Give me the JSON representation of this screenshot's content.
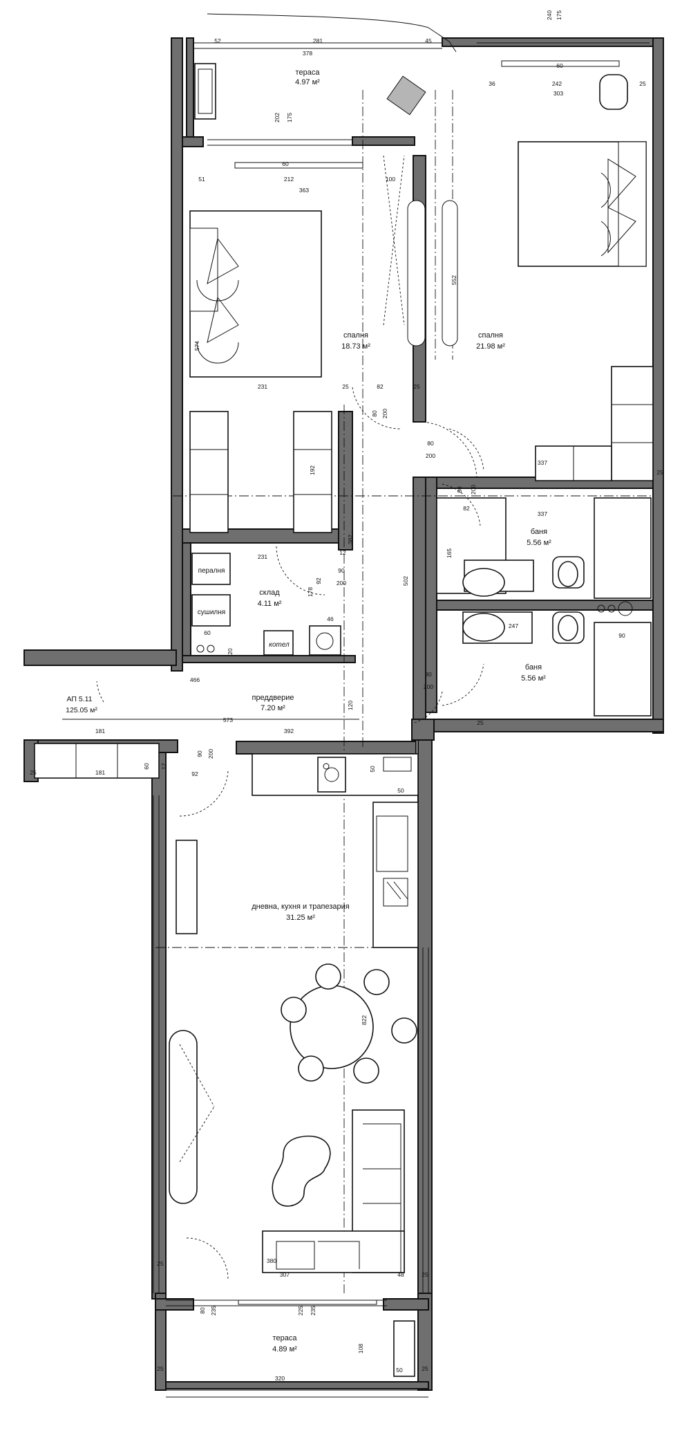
{
  "rooms": {
    "terrace_top": {
      "name": "тераса",
      "area": "4.97 м²"
    },
    "bedroom_left": {
      "name": "спалня",
      "area": "18.73 м²"
    },
    "bedroom_right": {
      "name": "спалня",
      "area": "21.98 м²"
    },
    "storage": {
      "name": "склад",
      "area": "4.11 м²"
    },
    "bath_upper": {
      "name": "баня",
      "area": "5.56 м²"
    },
    "bath_lower": {
      "name": "баня",
      "area": "5.56 м²"
    },
    "hallway": {
      "name": "преддверие",
      "area": "7.20 м²"
    },
    "living": {
      "name": "дневна, кухня и трапезария",
      "area": "31.25 м²"
    },
    "terrace_bottom": {
      "name": "тераса",
      "area": "4.89 м²"
    }
  },
  "apartment": {
    "label": "АП 5.11",
    "area": "125.05 м²"
  },
  "appliances": {
    "washer": "пералня",
    "dryer": "сушилня",
    "boiler": "котел"
  },
  "dimensions": {
    "d52": "52",
    "d281": "281",
    "d45": "45",
    "d378": "378",
    "d240": "240",
    "d175a": "175",
    "d60a": "60",
    "d242": "242",
    "d303": "303",
    "d36": "36",
    "d25a": "25",
    "d202": "202",
    "d175b": "175",
    "d212": "212",
    "d60b": "60",
    "d51": "51",
    "d100": "100",
    "d363": "363",
    "d574": "574",
    "d231a": "231",
    "d82a": "82",
    "d25b": "25",
    "d25c": "25",
    "d80a": "80",
    "d200a": "200",
    "d552": "552",
    "d192": "192",
    "d337a": "337",
    "d25d": "25",
    "d80b": "80",
    "d200b": "200",
    "d80c": "80",
    "d200c": "200",
    "d82b": "82",
    "d337b": "337",
    "d231b": "231",
    "d90a": "90",
    "d200d": "200",
    "d382": "382",
    "d178": "178",
    "d92a": "92",
    "d12": "12",
    "d46": "46",
    "d20": "20",
    "d60c": "60",
    "d502": "502",
    "d165": "165",
    "d247": "247",
    "d90b": "90",
    "d466": "466",
    "d573": "573",
    "d120": "120",
    "d181a": "181",
    "d392": "392",
    "d80d": "80",
    "d200e": "200",
    "d25e": "25",
    "d181b": "181",
    "d25f": "25",
    "d60d": "60",
    "d90c": "90",
    "d200f": "200",
    "d92b": "92",
    "d12b": "12",
    "d50a": "50",
    "d50b": "50",
    "d822": "822",
    "d380": "380",
    "d307": "307",
    "d48": "48",
    "d25g": "25",
    "d25h": "25",
    "d80e": "80",
    "d235a": "235",
    "d225": "225",
    "d235b": "235",
    "d108": "108",
    "d320": "320",
    "d50c": "50",
    "d25i": "25",
    "d25j": "25"
  }
}
